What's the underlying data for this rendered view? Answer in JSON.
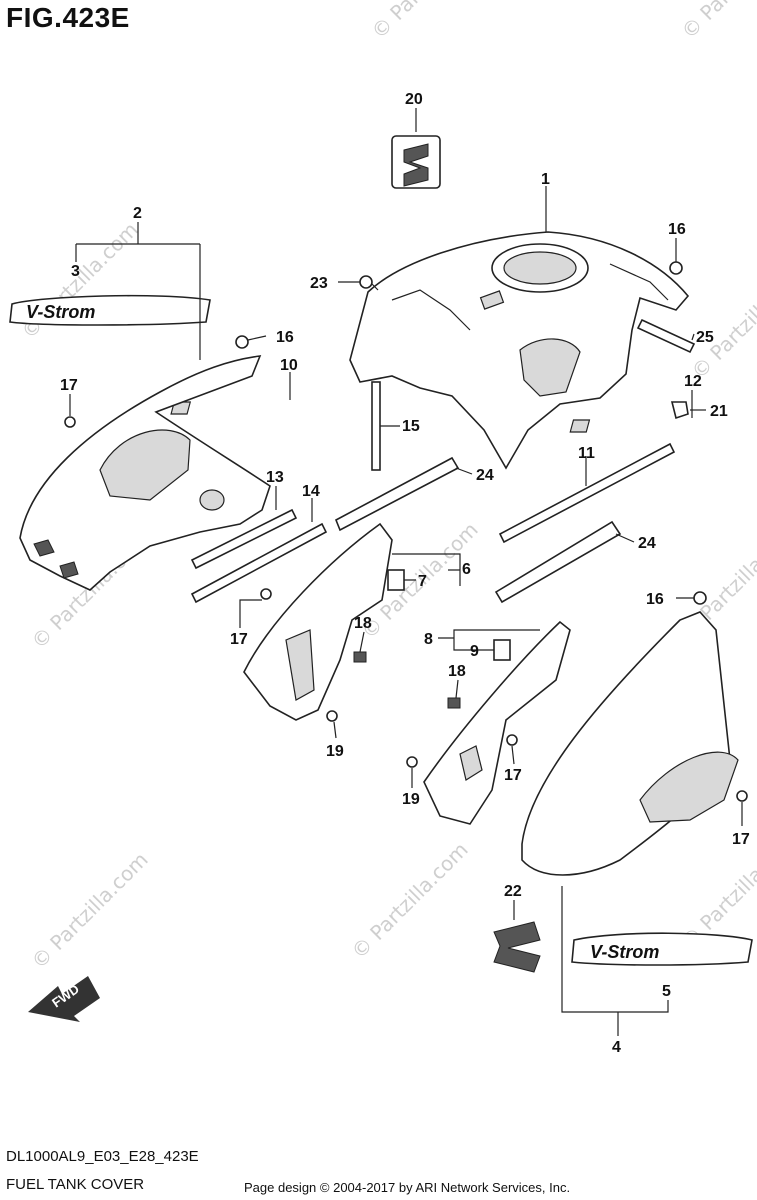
{
  "figure": {
    "title": "FIG.423E",
    "model_code": "DL1000AL9_E03_E28_423E",
    "page_name": "FUEL TANK COVER",
    "footer_credit": "Page design © 2004-2017 by ARI Network Services, Inc."
  },
  "watermark": "© Partzilla.com",
  "logos": {
    "vstrom": "V-Strom",
    "suzuki": "SUZUKI"
  },
  "fwd_label": "FWD",
  "callouts": {
    "c1": "1",
    "c2": "2",
    "c3": "3",
    "c4": "4",
    "c5": "5",
    "c6": "6",
    "c7": "7",
    "c8": "8",
    "c9": "9",
    "c10": "10",
    "c11": "11",
    "c12": "12",
    "c13": "13",
    "c14": "14",
    "c15": "15",
    "c16a": "16",
    "c16b": "16",
    "c16c": "16",
    "c17a": "17",
    "c17b": "17",
    "c17c": "17",
    "c17d": "17",
    "c18a": "18",
    "c18b": "18",
    "c19a": "19",
    "c19b": "19",
    "c20": "20",
    "c21": "21",
    "c22": "22",
    "c23": "23",
    "c24a": "24",
    "c24b": "24",
    "c25": "25"
  }
}
